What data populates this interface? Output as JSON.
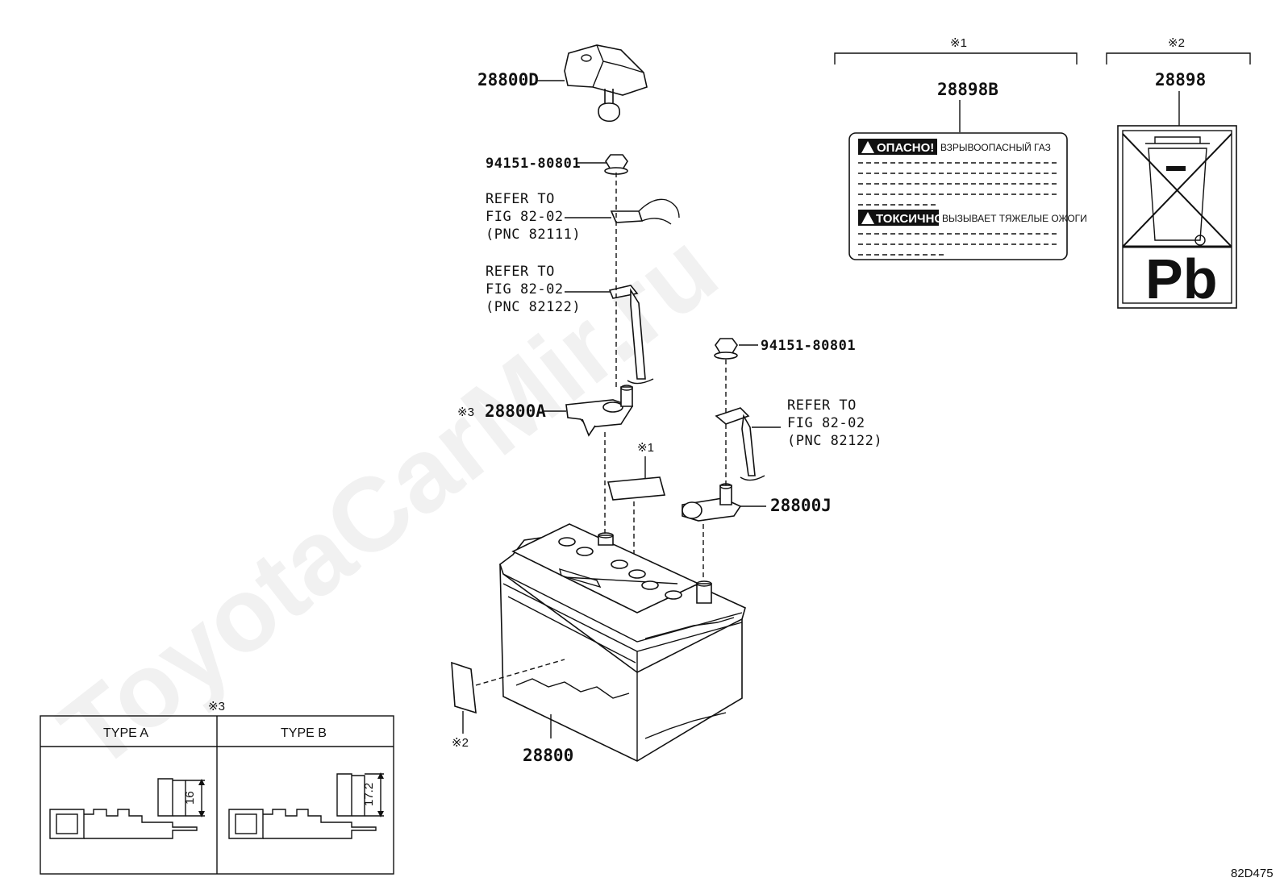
{
  "watermark": "ToyotaCarMir.ru",
  "figure_code": "82D475",
  "parts": {
    "cover": "28800D",
    "nut_top": "94151-80801",
    "nut_right": "94151-80801",
    "clamp_a": "28800A",
    "clamp_a_mark": "※3",
    "clamp_j": "28800J",
    "battery": "28800",
    "label_1": "28898B",
    "label_2": "28898"
  },
  "refs": {
    "ref1": {
      "l1": "REFER TO",
      "l2": "FIG 82-02",
      "l3": "(PNC 82111)"
    },
    "ref2": {
      "l1": "REFER TO",
      "l2": "FIG 82-02",
      "l3": "(PNC 82122)"
    },
    "ref3": {
      "l1": "REFER TO",
      "l2": "FIG 82-02",
      "l3": "(PNC 82122)"
    }
  },
  "notes": {
    "n1": "※1",
    "n2": "※2",
    "n3": "※3",
    "n1_top": "※1",
    "n2_top": "※2"
  },
  "warning_label": {
    "danger_head": "ОПАСНО!",
    "danger_text": "ВЗРЫВООПАСНЫЙ ГАЗ",
    "toxic_head": "ТОКСИЧНО",
    "toxic_text": "ВЫЗЫВАЕТ ТЯЖЕЛЫЕ ОЖОГИ"
  },
  "recycle_label": {
    "symbol_text": "Pb"
  },
  "types": {
    "type_a": "TYPE A",
    "type_b": "TYPE B",
    "dim_a": "16",
    "dim_b": "17.2"
  }
}
